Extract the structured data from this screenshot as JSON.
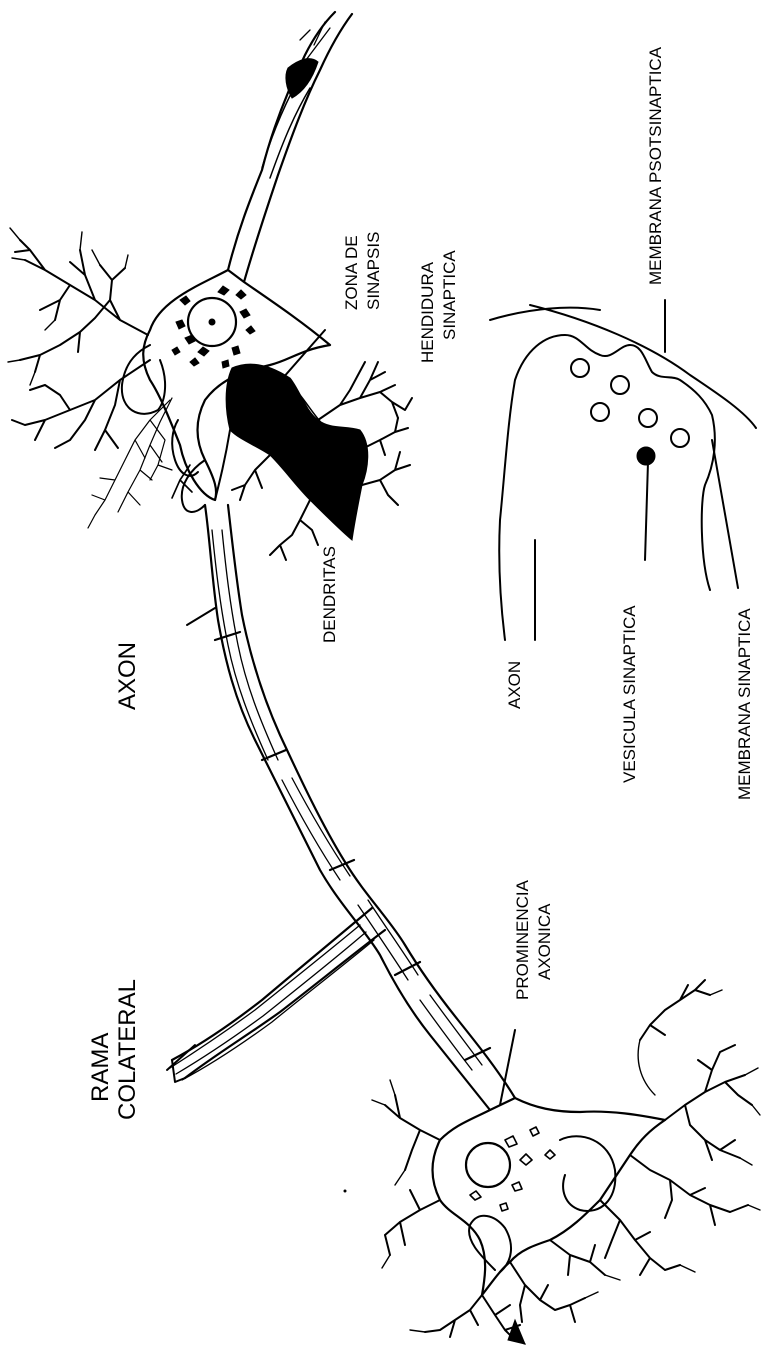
{
  "labels": {
    "zona_sinapsis": [
      "ZONA DE",
      "SINAPSIS"
    ],
    "hendidura": [
      "HENDIDURA",
      "SINAPTICA"
    ],
    "membrana_post": "MEMBRANA PSOTSINAPTICA",
    "dendritas": "DENDRITAS",
    "axon_main": "AXON",
    "axon_inset": "AXON",
    "vesicula": "VESICULA SINAPTICA",
    "membrana_sinaptica": "MEMBRANA SINAPTICA",
    "prominencia": [
      "PROMINENCIA",
      "AXONICA"
    ],
    "rama_colateral": [
      "RAMA",
      "COLATERAL"
    ]
  }
}
